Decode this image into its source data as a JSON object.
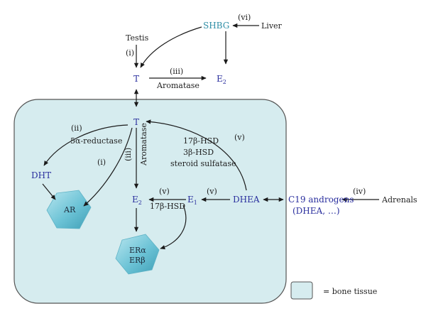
{
  "colors": {
    "tissue_fill": "#d6ecef",
    "tissue_stroke": "#555555",
    "hormone": "#2a2f9e",
    "shbg": "#2f8ea6",
    "receptor": "#74c6d6"
  },
  "nodes": {
    "shbg": "SHBG",
    "liver": "Liver",
    "testis": "Testis",
    "t_top": "T",
    "e2_top": "E",
    "t_mid": "T",
    "dht": "DHT",
    "e2_mid": "E",
    "e1": "E",
    "dhea": "DHEA",
    "c19_line1": "C19 androgens",
    "c19_line2": "(DHEA, …)",
    "adrenals": "Adrenals",
    "ar": "AR",
    "er_alpha": "ERα",
    "er_beta": "ERβ"
  },
  "subscripts": {
    "e2_top": "2",
    "e2_mid": "2",
    "e1": "1"
  },
  "labels": {
    "vi": "(vi)",
    "i_top": "(i)",
    "iii_top": "(iii)",
    "aromatase_top": "Aromatase",
    "ii": "(ii)",
    "five_alpha": "5α-reductase",
    "i_mid": "(i)",
    "iii_mid": "(iii)",
    "aromatase_mid": "Aromatase",
    "hsd17": "17β-HSD",
    "hsd3": "3β-HSD",
    "sulfatase": "steroid sulfatase",
    "v_curve": "(v)",
    "v_e1": "(v)",
    "v_e2": "(v)",
    "hsd17_e2": "17β-HSD",
    "iv": "(iv)"
  },
  "legend": {
    "text": "= bone tissue"
  }
}
